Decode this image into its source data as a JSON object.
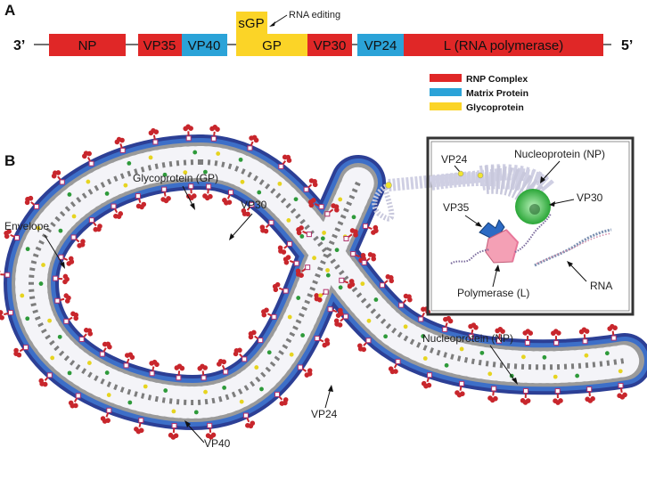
{
  "panel_a": {
    "letter": "A",
    "end_3": "3’",
    "end_5": "5’",
    "genes": [
      {
        "id": "np",
        "label": "NP",
        "color": "#e02727"
      },
      {
        "id": "vp35",
        "label": "VP35",
        "color": "#e02727"
      },
      {
        "id": "vp40",
        "label": "VP40",
        "color": "#2ba3d8"
      },
      {
        "id": "gp",
        "label": "GP",
        "color": "#fbd427"
      },
      {
        "id": "vp30",
        "label": "VP30",
        "color": "#e02727"
      },
      {
        "id": "vp24",
        "label": "VP24",
        "color": "#2ba3d8"
      },
      {
        "id": "l",
        "label": "L (RNA polymerase)",
        "color": "#e02727"
      }
    ],
    "sgp_label": "sGP",
    "rna_editing_label": "RNA editing",
    "legend": [
      {
        "label": "RNP Complex",
        "color": "#e02727"
      },
      {
        "label": "Matrix Protein",
        "color": "#2ba3d8"
      },
      {
        "label": "Glycoprotein",
        "color": "#fbd427"
      }
    ]
  },
  "panel_b": {
    "letter": "B",
    "labels": {
      "envelope": "Envelope",
      "glycoprotein": "Glycoprotein (GP)",
      "vp30": "VP30",
      "vp40": "VP40",
      "vp24": "VP24",
      "nucleoprotein": "Nucleoprotein (NP)"
    },
    "inset": {
      "vp24": "VP24",
      "nucleoprotein": "Nucleoprotein (NP)",
      "vp30": "VP30",
      "vp35": "VP35",
      "polymerase": "Polymerase (L)",
      "rna": "RNA"
    },
    "colors": {
      "envelope_outer": "#2c3f95",
      "envelope_inner": "#3d6fc8",
      "core": "#9a9a9a",
      "glycoprotein": "#c8262c",
      "np_coil": "#d8d8e8",
      "vp30_dot": "#2e9a3a",
      "vp24_dot": "#e6d420"
    }
  }
}
